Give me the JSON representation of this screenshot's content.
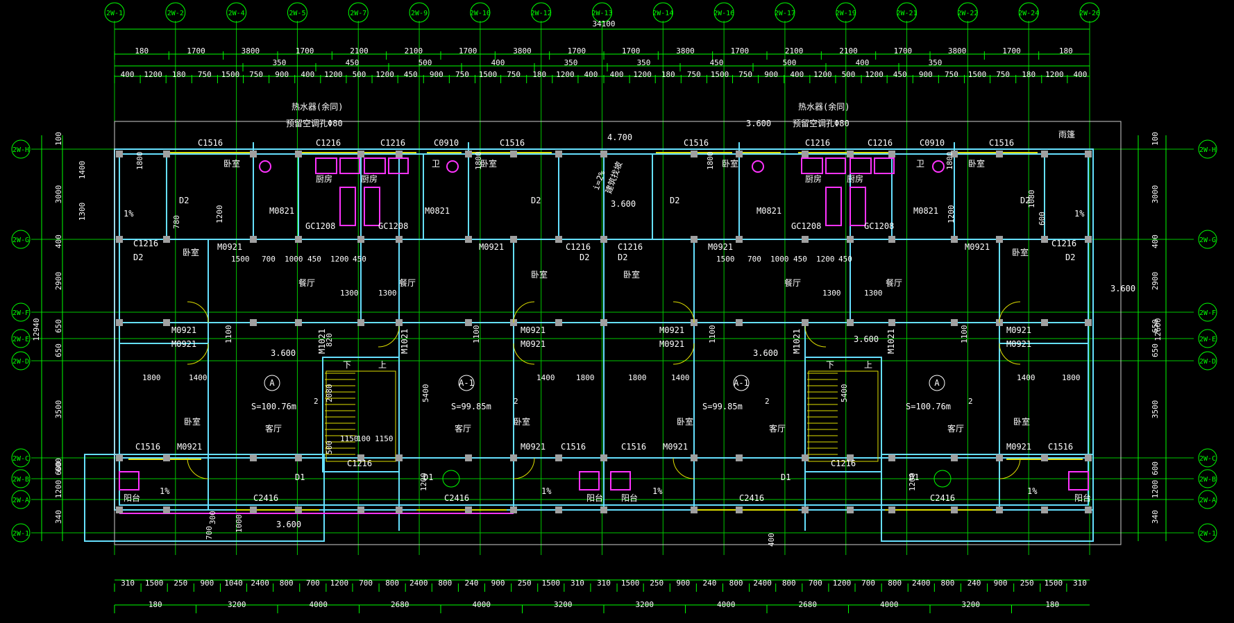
{
  "drawing": {
    "overall_width": "34100",
    "overall_depth": "12600",
    "overall_depth_left": "12940"
  },
  "colors": {
    "background": "#000000",
    "axis": "#00ff00",
    "dimension": "#00ff00",
    "wall": "#66e0ff",
    "window": "#e0e000",
    "fixture": "#ff33ff",
    "text": "#ffffff",
    "column": "#a0a0a0"
  },
  "top_axes": [
    "2W-1",
    "2W-2",
    "2W-4",
    "2W-5",
    "2W-7",
    "2W-9",
    "2W-10",
    "2W-12",
    "2W-13",
    "2W-14",
    "2W-16",
    "2W-17",
    "2W-19",
    "2W-21",
    "2W-22",
    "2W-24",
    "2W-26"
  ],
  "side_axes": [
    "2W-H",
    "2W-G",
    "2W-F",
    "2W-E",
    "2W-D",
    "2W-C",
    "2W-B",
    "2W-A",
    "2W-1"
  ],
  "top_dims_row1": [
    "180",
    "1700",
    "3800",
    "1700",
    "2100",
    "2100",
    "1700",
    "3800",
    "1700",
    "1700",
    "3800",
    "1700",
    "2100",
    "2100",
    "1700",
    "3800",
    "1700",
    "180"
  ],
  "top_dims_row2": [
    "350",
    "450",
    "500",
    "400",
    "350",
    "350",
    "450",
    "500",
    "400",
    "350"
  ],
  "top_dims_row3": [
    "400",
    "1200",
    "180",
    "750",
    "1500",
    "750",
    "900",
    "400",
    "1200",
    "500",
    "1200",
    "450",
    "900",
    "750",
    "1500",
    "750",
    "180",
    "1200",
    "400",
    "400",
    "1200",
    "180",
    "750",
    "1500",
    "750",
    "900",
    "400",
    "1200",
    "500",
    "1200",
    "450",
    "900",
    "750",
    "1500",
    "750",
    "180",
    "1200",
    "400"
  ],
  "bottom_dims_row1": [
    "310",
    "1500",
    "250",
    "900",
    "1040",
    "2400",
    "800",
    "700",
    "1200",
    "700",
    "800",
    "2400",
    "800",
    "240",
    "900",
    "250",
    "1500",
    "310",
    "310",
    "1500",
    "250",
    "900",
    "240",
    "800",
    "2400",
    "800",
    "700",
    "1200",
    "700",
    "800",
    "2400",
    "800",
    "240",
    "900",
    "250",
    "1500",
    "310"
  ],
  "bottom_dims_row2": [
    "180",
    "3200",
    "4000",
    "2680",
    "4000",
    "3200",
    "3200",
    "4000",
    "2680",
    "4000",
    "3200",
    "180"
  ],
  "left_dims": [
    "100",
    "3000",
    "400",
    "2900",
    "650",
    "650",
    "3500",
    "600",
    "1200",
    "340"
  ],
  "left_inner_dims": [
    "1400",
    "1300"
  ],
  "right_dims": [
    "100",
    "3000",
    "400",
    "2900",
    "650",
    "650",
    "3500",
    "600",
    "1200",
    "340"
  ],
  "rooms": {
    "bedroom": "卧室",
    "kitchen": "厨房",
    "bath": "卫",
    "living": "客厅",
    "dining": "餐厅",
    "balcony": "阳台",
    "canopy": "雨篷"
  },
  "units": [
    {
      "mark": "A",
      "area": "S=100.76m",
      "sup": "2"
    },
    {
      "mark": "A-1",
      "area": "S=99.85m",
      "sup": "2"
    },
    {
      "mark": "A-1",
      "area": "S=99.85m",
      "sup": "2"
    },
    {
      "mark": "A",
      "area": "S=100.76m",
      "sup": "2"
    }
  ],
  "notes": {
    "water_heater": "热水器(余同)",
    "ac_hole": "预留空调孔Φ80",
    "slope": "i=2%",
    "roof_note": "建筑找坡",
    "percent": "1%",
    "elev_3600": "3.600",
    "elev_4700": "4.700",
    "elev_3600b": "3.600"
  },
  "openings": {
    "c1516": "C1516",
    "c1216": "C1216",
    "c0910": "C0910",
    "c2416": "C2416",
    "m0921": "M0921",
    "m0821": "M0821",
    "m1021": "M1021",
    "gc1208": "GC1208",
    "d1": "D1",
    "d2": "D2"
  },
  "stair": {
    "down": "下",
    "up": "上"
  },
  "misc_dims": {
    "d1800": "1800",
    "d1400": "1400",
    "d1300": "1300",
    "d1100": "1100",
    "d1150": "1150",
    "d100": "100",
    "d2080": "2080",
    "d5400": "5400",
    "d500": "500",
    "d1000": "1000",
    "d700": "700",
    "d400": "400",
    "d300": "300",
    "d780": "780",
    "d1080": "1080",
    "d1500": "1500",
    "d450": "450",
    "d1200": "1200",
    "d600": "600",
    "d820": "820"
  }
}
